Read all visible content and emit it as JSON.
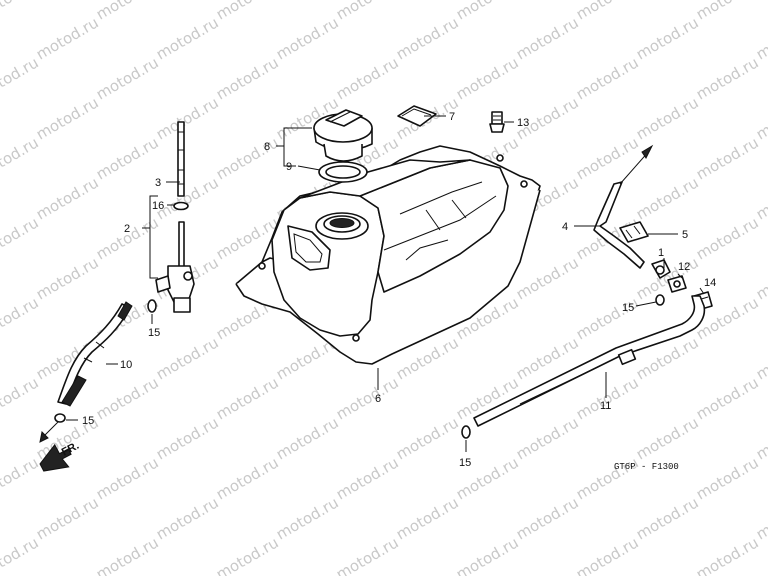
{
  "watermark": "motod.ru",
  "diagram_code": "GT6P - F1300",
  "direction_label": "FR.",
  "callouts": [
    {
      "id": "1",
      "label": "1"
    },
    {
      "id": "2",
      "label": "2"
    },
    {
      "id": "3",
      "label": "3"
    },
    {
      "id": "4",
      "label": "4"
    },
    {
      "id": "5",
      "label": "5"
    },
    {
      "id": "6",
      "label": "6"
    },
    {
      "id": "7",
      "label": "7"
    },
    {
      "id": "8",
      "label": "8"
    },
    {
      "id": "9",
      "label": "9"
    },
    {
      "id": "10",
      "label": "10"
    },
    {
      "id": "11",
      "label": "11"
    },
    {
      "id": "12",
      "label": "12"
    },
    {
      "id": "13",
      "label": "13"
    },
    {
      "id": "14",
      "label": "14"
    },
    {
      "id": "15a",
      "label": "15"
    },
    {
      "id": "15b",
      "label": "15"
    },
    {
      "id": "15c",
      "label": "15"
    },
    {
      "id": "15d",
      "label": "15"
    },
    {
      "id": "16",
      "label": "16"
    }
  ]
}
